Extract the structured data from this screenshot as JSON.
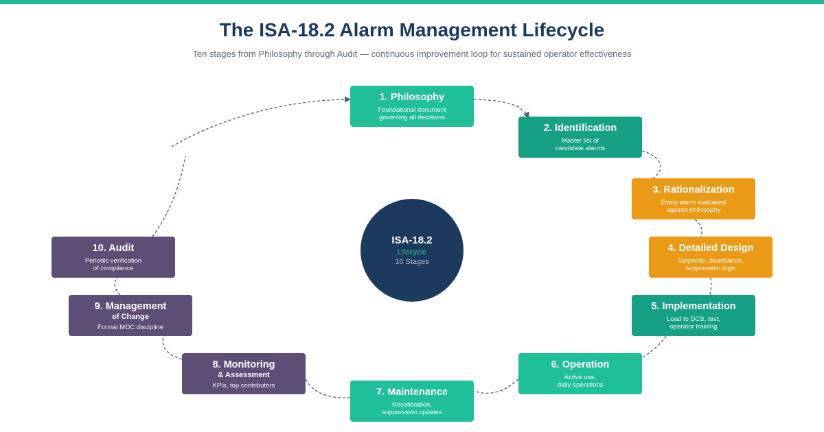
{
  "header": {
    "title": "The ISA-18.2 Alarm Management Lifecycle",
    "subtitle": "Ten stages from Philosophy through Audit — continuous improvement loop for sustained operator effectiveness"
  },
  "hub": {
    "title": "ISA-18.2",
    "subtitle": "Lifecycle",
    "count": "10 Stages"
  },
  "stages": [
    {
      "title": "1. Philosophy",
      "sub": "",
      "desc1": "Foundational document",
      "desc2": "governing all decisions"
    },
    {
      "title": "2. Identification",
      "sub": "",
      "desc1": "Master list of",
      "desc2": "candidate alarms"
    },
    {
      "title": "3. Rationalization",
      "sub": "",
      "desc1": "Every alarm evaluated",
      "desc2": "against philosophy"
    },
    {
      "title": "4. Detailed Design",
      "sub": "",
      "desc1": "Setpoints, deadbands,",
      "desc2": "suppression logic"
    },
    {
      "title": "5. Implementation",
      "sub": "",
      "desc1": "Load to DCS, test,",
      "desc2": "operator training"
    },
    {
      "title": "6. Operation",
      "sub": "",
      "desc1": "Active use,",
      "desc2": "daily operations"
    },
    {
      "title": "7. Maintenance",
      "sub": "",
      "desc1": "Recalibration,",
      "desc2": "suppression updates"
    },
    {
      "title": "8. Monitoring",
      "sub": "& Assessment",
      "desc1": "KPIs, top contributors",
      "desc2": ""
    },
    {
      "title": "9. Management",
      "sub": "of Change",
      "desc1": "Formal MOC discipline",
      "desc2": ""
    },
    {
      "title": "10. Audit",
      "sub": "",
      "desc1": "Periodic verification",
      "desc2": "of compliance"
    }
  ],
  "colors": {
    "accent": "#1fb996",
    "navy": "#1c3a5e",
    "green": "#1fbf99",
    "teal": "#16a184",
    "orange": "#eb9a16",
    "purple": "#5c4e74",
    "connector": "#4e5f73"
  }
}
